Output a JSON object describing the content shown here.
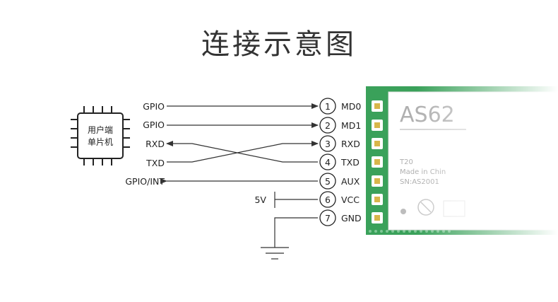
{
  "title": "连接示意图",
  "mcu": {
    "line1": "用户端",
    "line2": "单片机"
  },
  "pins": [
    {
      "num": "1",
      "name": "MD0",
      "left_label": "GPIO"
    },
    {
      "num": "2",
      "name": "MD1",
      "left_label": "GPIO"
    },
    {
      "num": "3",
      "name": "RXD",
      "left_label": "RXD"
    },
    {
      "num": "4",
      "name": "TXD",
      "left_label": "TXD"
    },
    {
      "num": "5",
      "name": "AUX",
      "left_label": "GPIO/INT"
    },
    {
      "num": "6",
      "name": "VCC",
      "left_label": "5V"
    },
    {
      "num": "7",
      "name": "GND",
      "left_label": ""
    }
  ],
  "module": {
    "model_text": "AS62",
    "line1": "T20",
    "line2": "Made in Chin",
    "line3": "SN:AS2001",
    "board_color": "#3aa15a",
    "pad_color": "#d8b64a"
  }
}
